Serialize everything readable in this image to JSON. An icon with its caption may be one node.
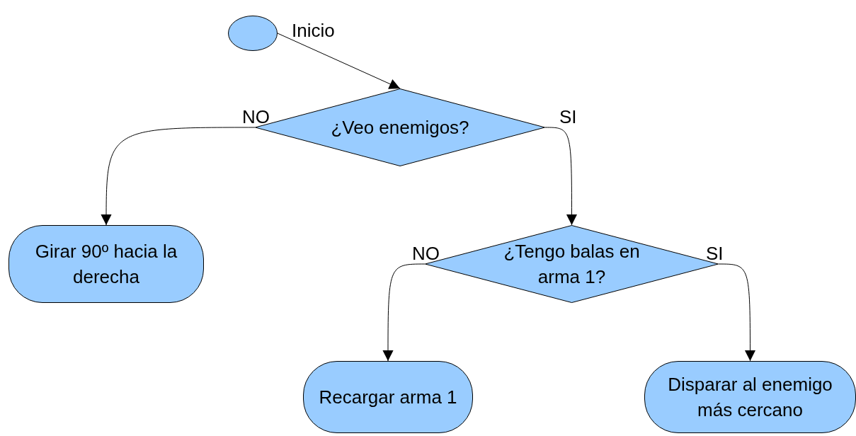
{
  "diagram": {
    "nodes": [
      {
        "text": [],
        "shape": "circle",
        "beside": [
          "Inicio"
        ]
      },
      {
        "text": [
          "¿Veo enemigos?"
        ]
      },
      {
        "text": [
          "Girar 90º hacia la derecha"
        ]
      },
      {
        "text": [
          "¿Tengo balas en arma 1?"
        ]
      },
      {
        "text": [
          "Recargar arma 1"
        ]
      },
      {
        "text": [
          "Disparar al enemigo más cercano"
        ]
      }
    ],
    "edges": [
      {
        "from": 0,
        "to": 1,
        "arrow": "to"
      },
      {
        "from": 1,
        "to": 2,
        "arrow": "to",
        "label": "NO"
      },
      {
        "from": 1,
        "to": 3,
        "arrow": "to",
        "label": "SI"
      },
      {
        "from": 3,
        "to": 4,
        "arrow": "to",
        "label": "NO"
      },
      {
        "from": 3,
        "to": 5,
        "arrow": "to",
        "label": "SI"
      }
    ]
  }
}
